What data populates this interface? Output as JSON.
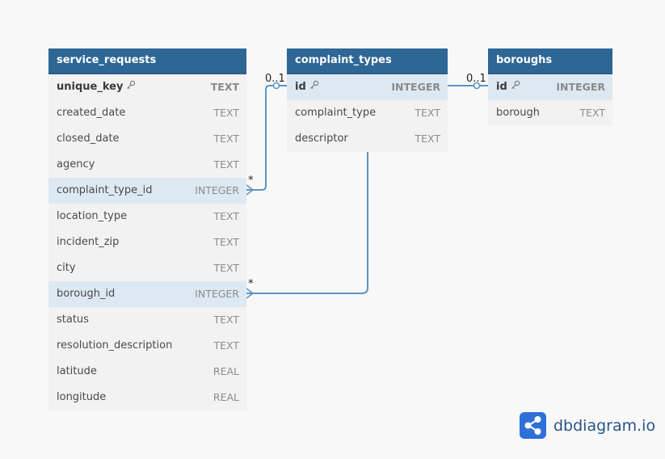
{
  "colors": {
    "header_bg": "#2e6696",
    "table_bg": "#f2f2f2",
    "highlight_bg": "#dde9f2",
    "relation_line": "#5f94c0",
    "brand_text": "#2a5487",
    "brand_logo": "#2f6fd8"
  },
  "tables": {
    "service_requests": {
      "name": "service_requests",
      "fields": [
        {
          "name": "unique_key",
          "type": "TEXT",
          "pk": true,
          "highlight": false
        },
        {
          "name": "created_date",
          "type": "TEXT",
          "pk": false,
          "highlight": false
        },
        {
          "name": "closed_date",
          "type": "TEXT",
          "pk": false,
          "highlight": false
        },
        {
          "name": "agency",
          "type": "TEXT",
          "pk": false,
          "highlight": false
        },
        {
          "name": "complaint_type_id",
          "type": "INTEGER",
          "pk": false,
          "highlight": true
        },
        {
          "name": "location_type",
          "type": "TEXT",
          "pk": false,
          "highlight": false
        },
        {
          "name": "incident_zip",
          "type": "TEXT",
          "pk": false,
          "highlight": false
        },
        {
          "name": "city",
          "type": "TEXT",
          "pk": false,
          "highlight": false
        },
        {
          "name": "borough_id",
          "type": "INTEGER",
          "pk": false,
          "highlight": true
        },
        {
          "name": "status",
          "type": "TEXT",
          "pk": false,
          "highlight": false
        },
        {
          "name": "resolution_description",
          "type": "TEXT",
          "pk": false,
          "highlight": false
        },
        {
          "name": "latitude",
          "type": "REAL",
          "pk": false,
          "highlight": false
        },
        {
          "name": "longitude",
          "type": "REAL",
          "pk": false,
          "highlight": false
        }
      ]
    },
    "complaint_types": {
      "name": "complaint_types",
      "fields": [
        {
          "name": "id",
          "type": "INTEGER",
          "pk": true,
          "highlight": true
        },
        {
          "name": "complaint_type",
          "type": "TEXT",
          "pk": false,
          "highlight": false
        },
        {
          "name": "descriptor",
          "type": "TEXT",
          "pk": false,
          "highlight": false
        }
      ]
    },
    "boroughs": {
      "name": "boroughs",
      "fields": [
        {
          "name": "id",
          "type": "INTEGER",
          "pk": true,
          "highlight": true
        },
        {
          "name": "borough",
          "type": "TEXT",
          "pk": false,
          "highlight": false
        }
      ]
    }
  },
  "relationships": [
    {
      "from": "service_requests.complaint_type_id",
      "to": "complaint_types.id",
      "from_card": "*",
      "to_card": "0..1"
    },
    {
      "from": "service_requests.borough_id",
      "to": "complaint_types.descriptor",
      "from_card": "*",
      "to_card": ""
    },
    {
      "from": "complaint_types.id",
      "to": "boroughs.id",
      "from_card": "",
      "to_card": "0..1"
    }
  ],
  "brand": {
    "name": "dbdiagram.io",
    "icon": "share-nodes-icon"
  }
}
